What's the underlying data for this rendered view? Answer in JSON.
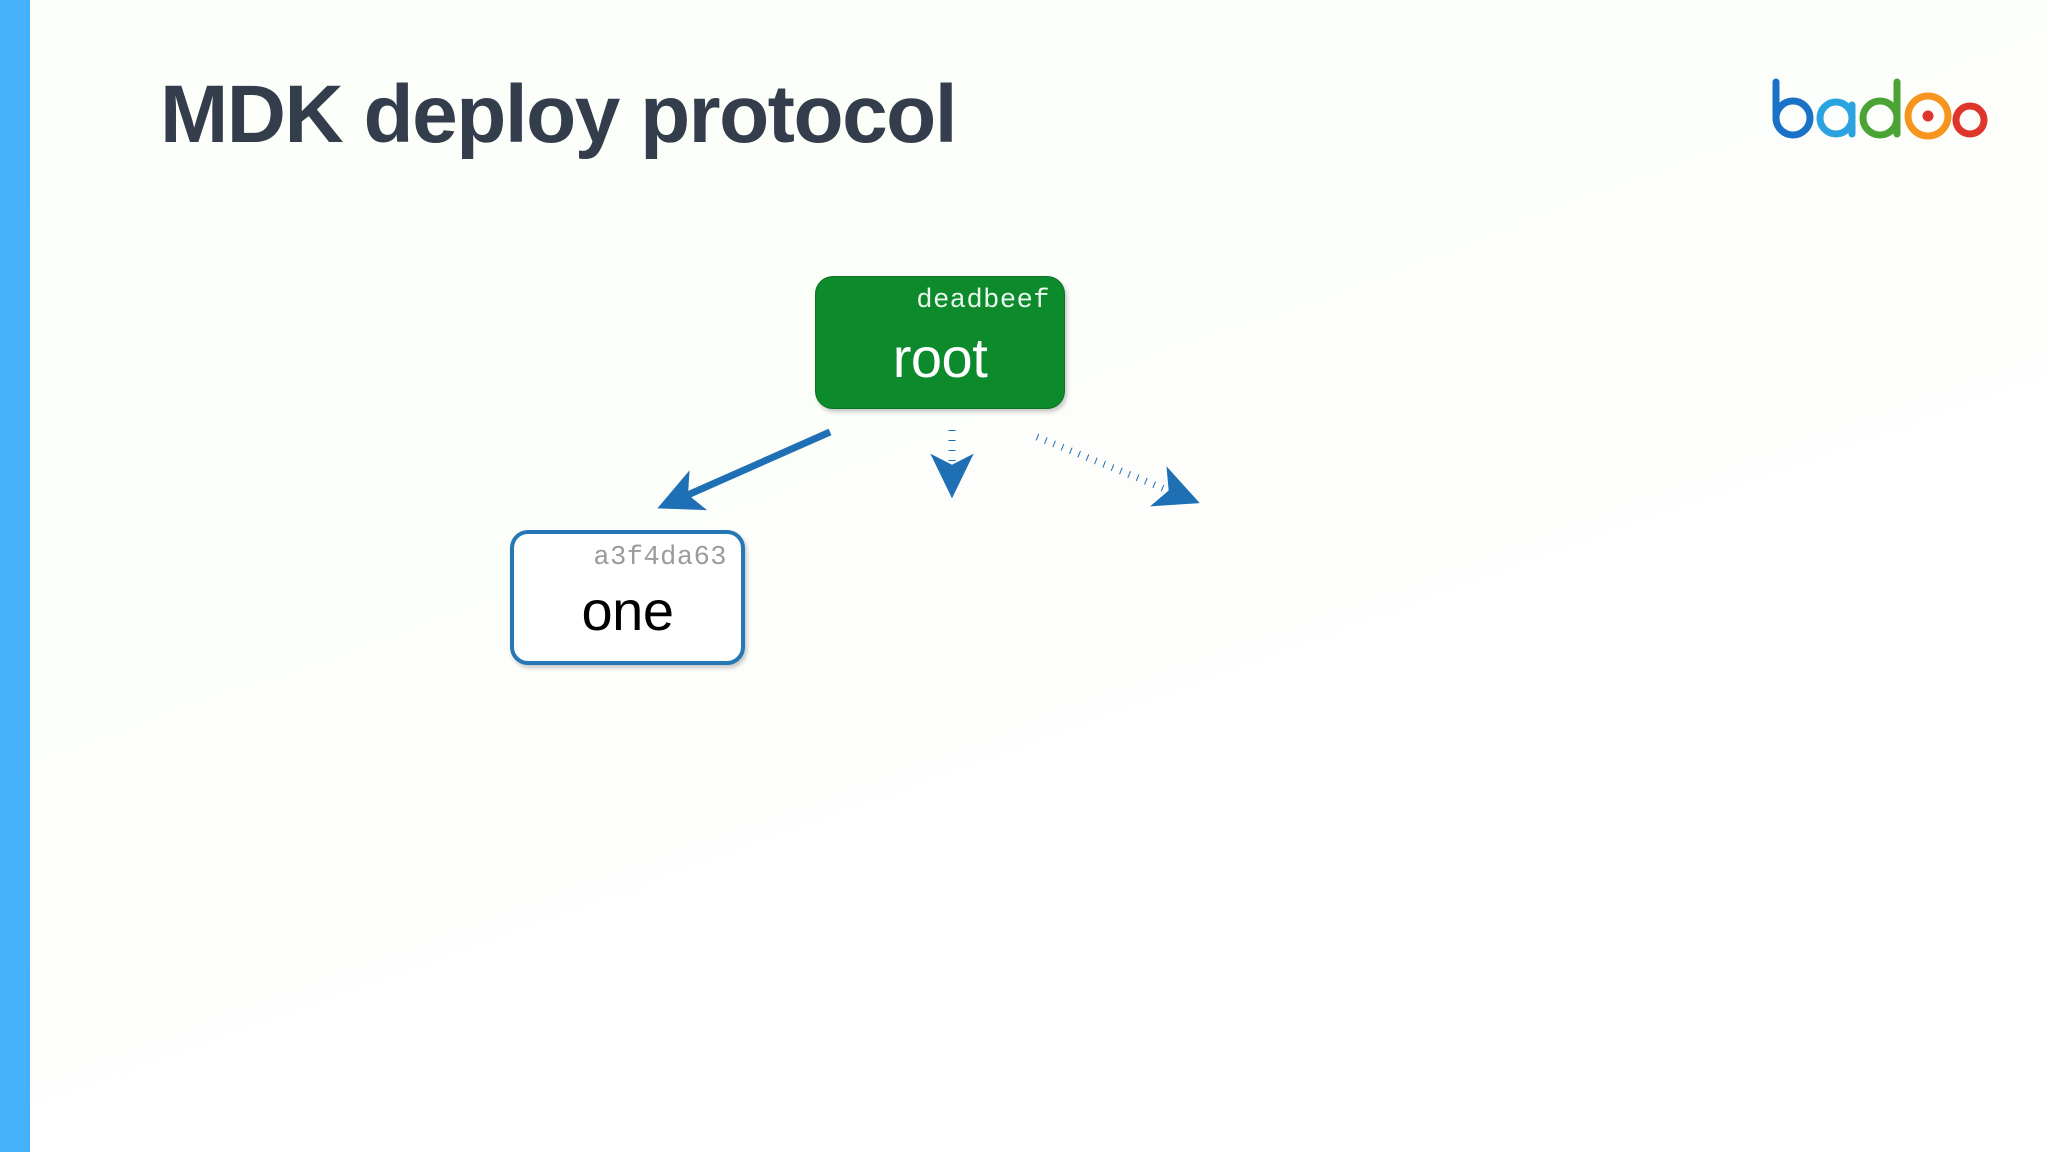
{
  "slide": {
    "title_strong": "MDK",
    "title_rest": "deploy protocol",
    "title_color": "#343d4c",
    "background_color": "#fdfffb",
    "accent_bar_color": "#45b2fb"
  },
  "logo": {
    "name": "badoo",
    "letters": [
      {
        "char": "b",
        "color": "#1a72c8"
      },
      {
        "char": "a",
        "color": "#2aa3e0"
      },
      {
        "char": "d",
        "color": "#4aa334"
      },
      {
        "char": "o",
        "color": "#f7941e"
      },
      {
        "char": "o",
        "color": "#e0352b"
      }
    ]
  },
  "diagram": {
    "type": "tree",
    "nodes": [
      {
        "id": "root",
        "hash": "deadbeef",
        "label": "root",
        "style": "filled-green",
        "fill": "#0d8a2c",
        "text_color": "#ffffff",
        "hash_color": "#e9f7ec"
      },
      {
        "id": "one",
        "hash": "a3f4da63",
        "label": "one",
        "style": "outline-blue",
        "fill": "#ffffff",
        "border": "#2677b5",
        "text_color": "#000000",
        "hash_color": "#9b9b9b"
      }
    ],
    "edges": [
      {
        "from": "root",
        "to": "one",
        "style": "solid",
        "color": "#1f6fb5",
        "direction": "down-left"
      },
      {
        "from": "root",
        "to": "",
        "style": "dotted",
        "color": "#1f6fb5",
        "direction": "down"
      },
      {
        "from": "root",
        "to": "",
        "style": "dotted",
        "color": "#1f6fb5",
        "direction": "down-right"
      }
    ]
  }
}
